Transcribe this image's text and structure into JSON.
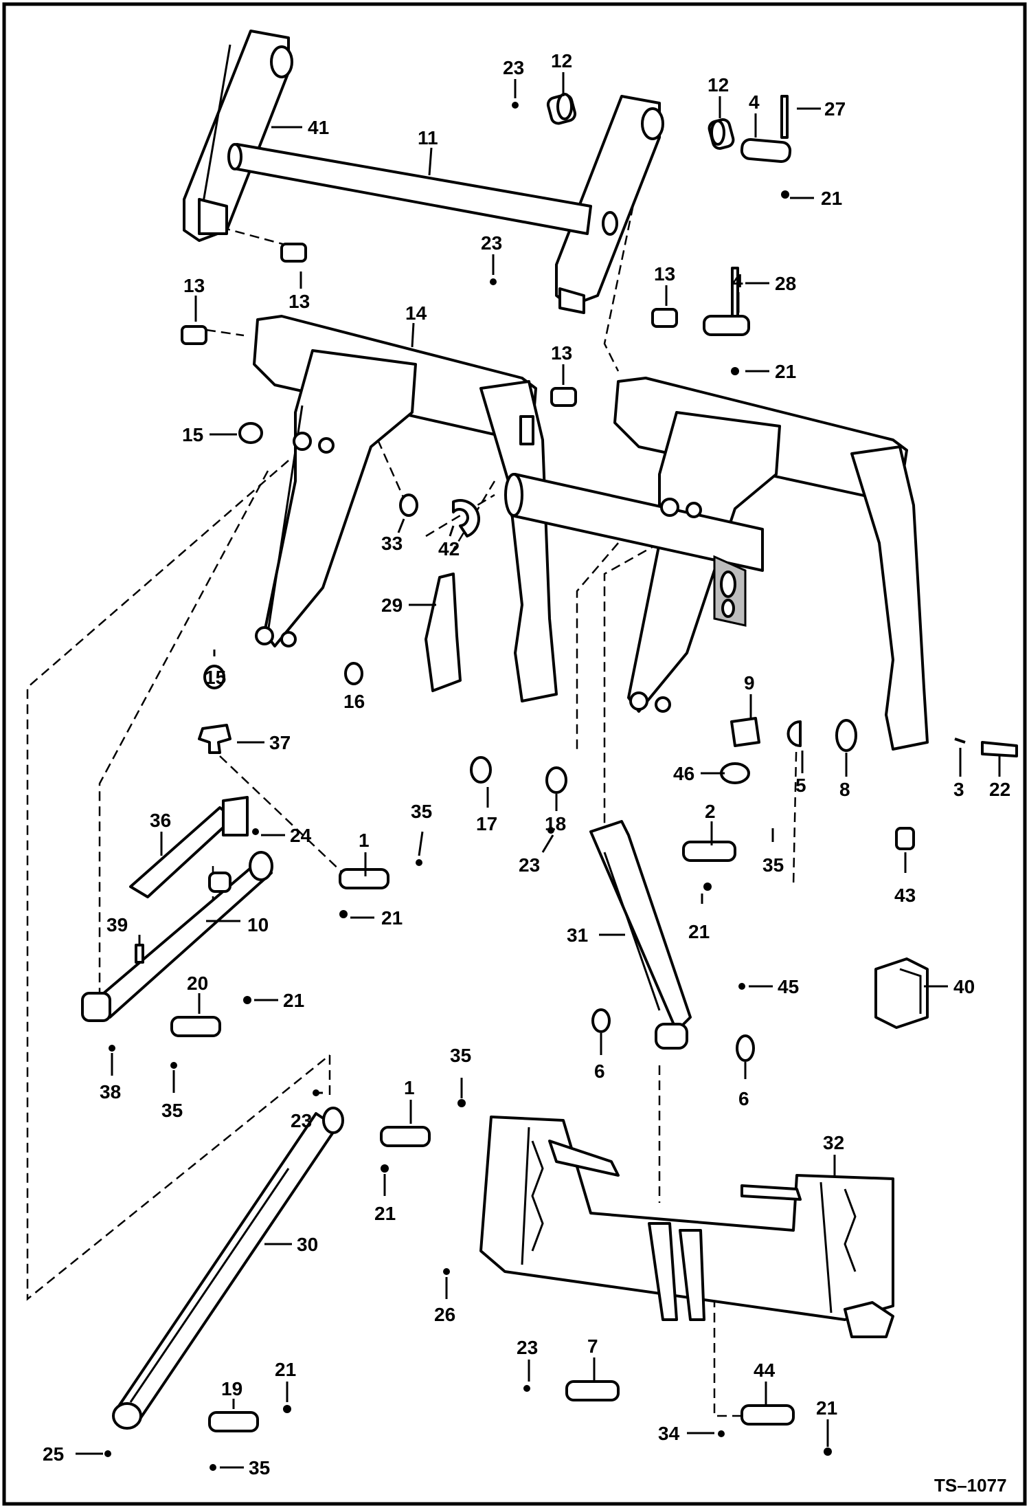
{
  "drawing": {
    "code": "TS–1077",
    "callouts": [
      {
        "id": "c1",
        "text": "41"
      },
      {
        "id": "c2",
        "text": "11"
      },
      {
        "id": "c3",
        "text": "23"
      },
      {
        "id": "c4",
        "text": "12"
      },
      {
        "id": "c5",
        "text": "12"
      },
      {
        "id": "c6",
        "text": "4"
      },
      {
        "id": "c7",
        "text": "27"
      },
      {
        "id": "c8",
        "text": "21"
      },
      {
        "id": "c9",
        "text": "13"
      },
      {
        "id": "c10",
        "text": "23"
      },
      {
        "id": "c11",
        "text": "13"
      },
      {
        "id": "c12",
        "text": "4"
      },
      {
        "id": "c13",
        "text": "28"
      },
      {
        "id": "c14",
        "text": "13"
      },
      {
        "id": "c15",
        "text": "14"
      },
      {
        "id": "c16",
        "text": "21"
      },
      {
        "id": "c17",
        "text": "13"
      },
      {
        "id": "c18",
        "text": "15"
      },
      {
        "id": "c19",
        "text": "33"
      },
      {
        "id": "c20",
        "text": "42"
      },
      {
        "id": "c21",
        "text": "29"
      },
      {
        "id": "c22",
        "text": "15"
      },
      {
        "id": "c23",
        "text": "16"
      },
      {
        "id": "c24",
        "text": "9"
      },
      {
        "id": "c25",
        "text": "37"
      },
      {
        "id": "c26",
        "text": "46"
      },
      {
        "id": "c27",
        "text": "5"
      },
      {
        "id": "c28",
        "text": "8"
      },
      {
        "id": "c29",
        "text": "3"
      },
      {
        "id": "c30",
        "text": "22"
      },
      {
        "id": "c31",
        "text": "36"
      },
      {
        "id": "c32",
        "text": "35"
      },
      {
        "id": "c33",
        "text": "17"
      },
      {
        "id": "c34",
        "text": "18"
      },
      {
        "id": "c35",
        "text": "2"
      },
      {
        "id": "c36",
        "text": "24"
      },
      {
        "id": "c37",
        "text": "1"
      },
      {
        "id": "c38",
        "text": "23"
      },
      {
        "id": "c39",
        "text": "35"
      },
      {
        "id": "c40",
        "text": "43"
      },
      {
        "id": "c41",
        "text": "39"
      },
      {
        "id": "c42",
        "text": "10"
      },
      {
        "id": "c43",
        "text": "21"
      },
      {
        "id": "c44",
        "text": "21"
      },
      {
        "id": "c45",
        "text": "31"
      },
      {
        "id": "c46",
        "text": "40"
      },
      {
        "id": "c47",
        "text": "20"
      },
      {
        "id": "c48",
        "text": "21"
      },
      {
        "id": "c49",
        "text": "45"
      },
      {
        "id": "c50",
        "text": "38"
      },
      {
        "id": "c51",
        "text": "35"
      },
      {
        "id": "c52",
        "text": "6"
      },
      {
        "id": "c53",
        "text": "6"
      },
      {
        "id": "c54",
        "text": "35"
      },
      {
        "id": "c55",
        "text": "1"
      },
      {
        "id": "c56",
        "text": "23"
      },
      {
        "id": "c57",
        "text": "32"
      },
      {
        "id": "c58",
        "text": "21"
      },
      {
        "id": "c59",
        "text": "30"
      },
      {
        "id": "c60",
        "text": "26"
      },
      {
        "id": "c61",
        "text": "21"
      },
      {
        "id": "c62",
        "text": "19"
      },
      {
        "id": "c63",
        "text": "23"
      },
      {
        "id": "c64",
        "text": "7"
      },
      {
        "id": "c65",
        "text": "44"
      },
      {
        "id": "c66",
        "text": "21"
      },
      {
        "id": "c67",
        "text": "25"
      },
      {
        "id": "c68",
        "text": "35"
      },
      {
        "id": "c69",
        "text": "34"
      }
    ]
  }
}
